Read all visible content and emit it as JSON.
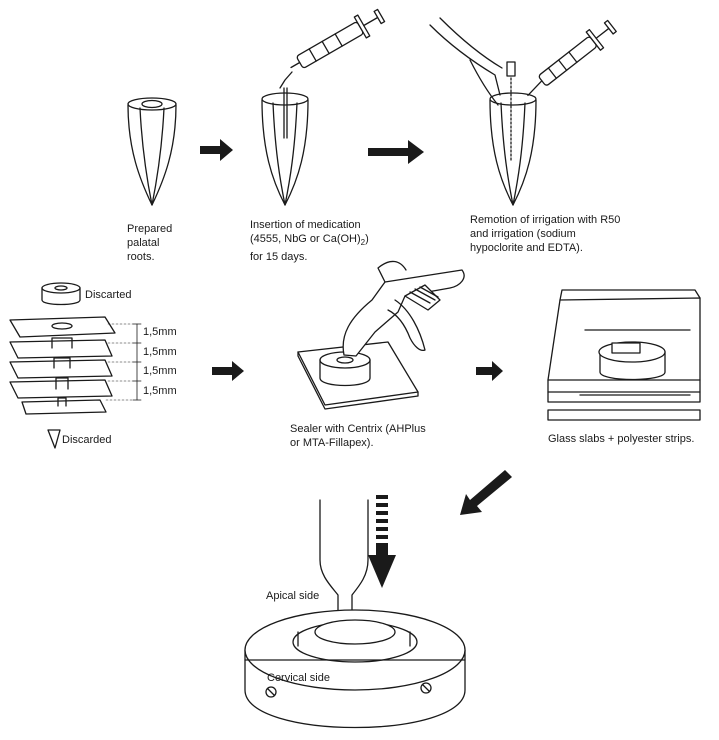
{
  "steps": {
    "prepared": "Prepared palatal roots.",
    "insertion_1": "Insertion of medication",
    "insertion_2": "(4555, NbG or Ca(OH)",
    "insertion_2_sub": "2",
    "insertion_2_end": ")",
    "insertion_3": "for 15 days.",
    "remotion": "Remotion of irrigation with R50 and irrigation (sodium hypoclorite and EDTA).",
    "discarted_top": "Discarted",
    "discarded_bottom": "Discarded",
    "slice_1": "1,5mm",
    "slice_2": "1,5mm",
    "slice_3": "1,5mm",
    "slice_4": "1,5mm",
    "sealer": "Sealer with Centrix (AHPlus or MTA-Fillapex).",
    "glass": "Glass slabs + polyester strips.",
    "apical": "Apical side",
    "cervical": "Cervical side"
  },
  "colors": {
    "ink": "#1a1a1a",
    "paper": "#ffffff"
  }
}
